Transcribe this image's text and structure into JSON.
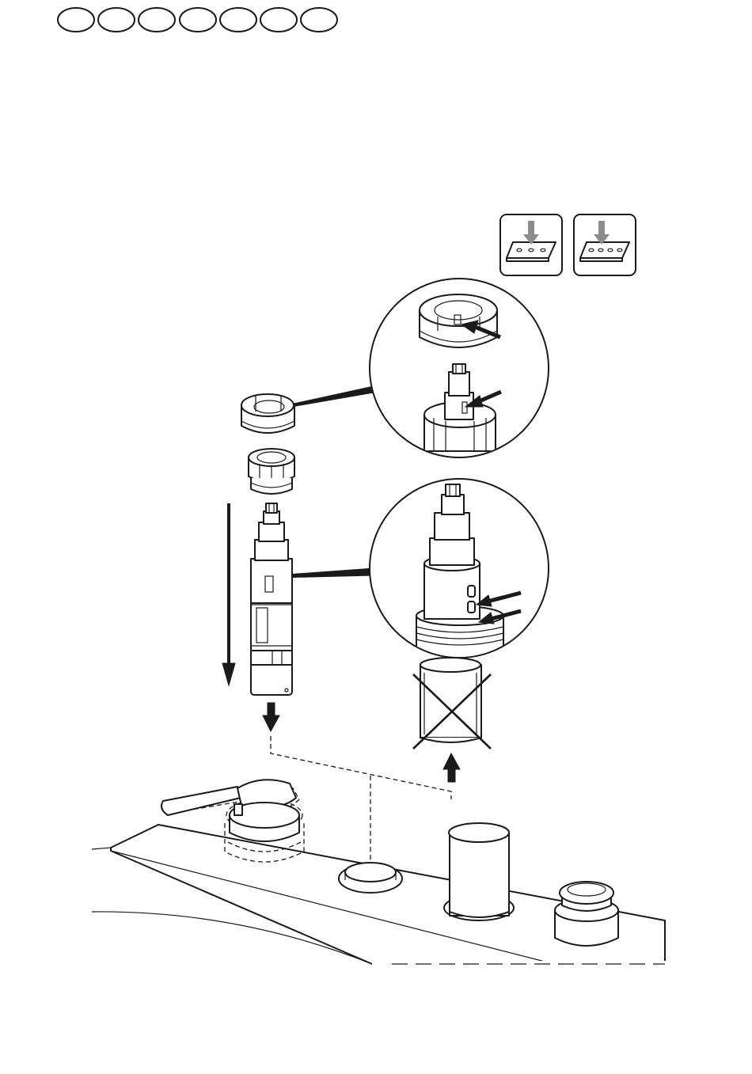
{
  "page": {
    "step_indicator": {
      "count": 7
    },
    "mounting_options": [
      {
        "holes": 3,
        "icon": "three-hole-deck-icon"
      },
      {
        "holes": 4,
        "icon": "four-hole-deck-icon"
      }
    ],
    "detail_callouts": [
      {
        "subject": "nut-and-spline-alignment",
        "arrows": 2
      },
      {
        "subject": "cartridge-locating-pins",
        "arrows": 2
      }
    ],
    "colors": {
      "ink": "#1a1a1a",
      "arrow_fill": "#8c8c8c",
      "paper": "#ffffff"
    }
  }
}
